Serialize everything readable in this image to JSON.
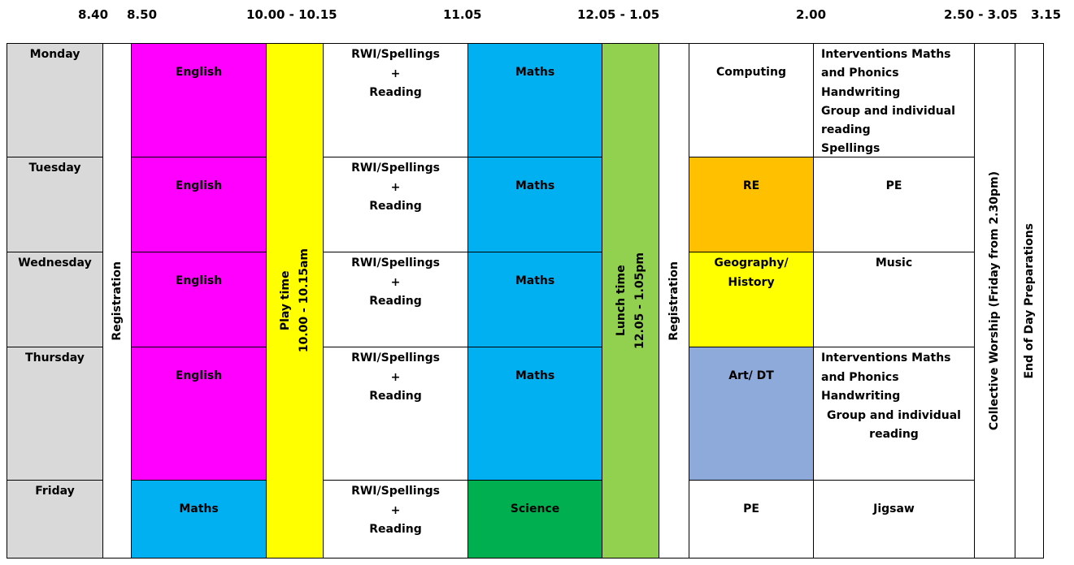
{
  "times": [
    "8.40",
    "8.50",
    "10.00 - 10.15",
    "11.05",
    "12.05 - 1.05",
    "2.00",
    "2.50 - 3.05",
    "3.15"
  ],
  "days": [
    "Monday",
    "Tuesday",
    "Wednesday",
    "Thursday",
    "Friday"
  ],
  "registration": "Registration",
  "play_time": {
    "line1": "Play time",
    "line2": "10.00 - 10.15am"
  },
  "lunch_time": {
    "line1": "Lunch time",
    "line2": "12.05 - 1.05pm"
  },
  "collective_worship": "Collective Worship (Friday from 2.30pm)",
  "end_of_day": "End of Day Preparations",
  "rwi": {
    "line1": "RWI/Spellings",
    "line2": "+",
    "line3": "Reading"
  },
  "slot1": [
    "English",
    "English",
    "English",
    "English",
    "Maths"
  ],
  "slot3": [
    "Maths",
    "Maths",
    "Maths",
    "Maths",
    "Science"
  ],
  "afternoon1": [
    "Computing",
    "RE",
    "Geography/ History",
    "Art/ DT",
    "PE"
  ],
  "afternoon2": {
    "monday": [
      "Interventions Maths",
      "and Phonics",
      "Handwriting",
      "Group and individual",
      "reading",
      "Spellings"
    ],
    "tuesday": "PE",
    "wednesday": "Music",
    "thursday": [
      "Interventions Maths",
      "and Phonics",
      "Handwriting",
      "Group and individual",
      "reading"
    ],
    "friday": "Jigsaw"
  },
  "colors": {
    "day": "#d9d9d9",
    "english": "#ff00ff",
    "play": "#ffff00",
    "maths": "#00b0f0",
    "lunch": "#92d050",
    "re": "#ffc000",
    "geography": "#ffff00",
    "art": "#8eaadb",
    "science": "#00b050"
  }
}
